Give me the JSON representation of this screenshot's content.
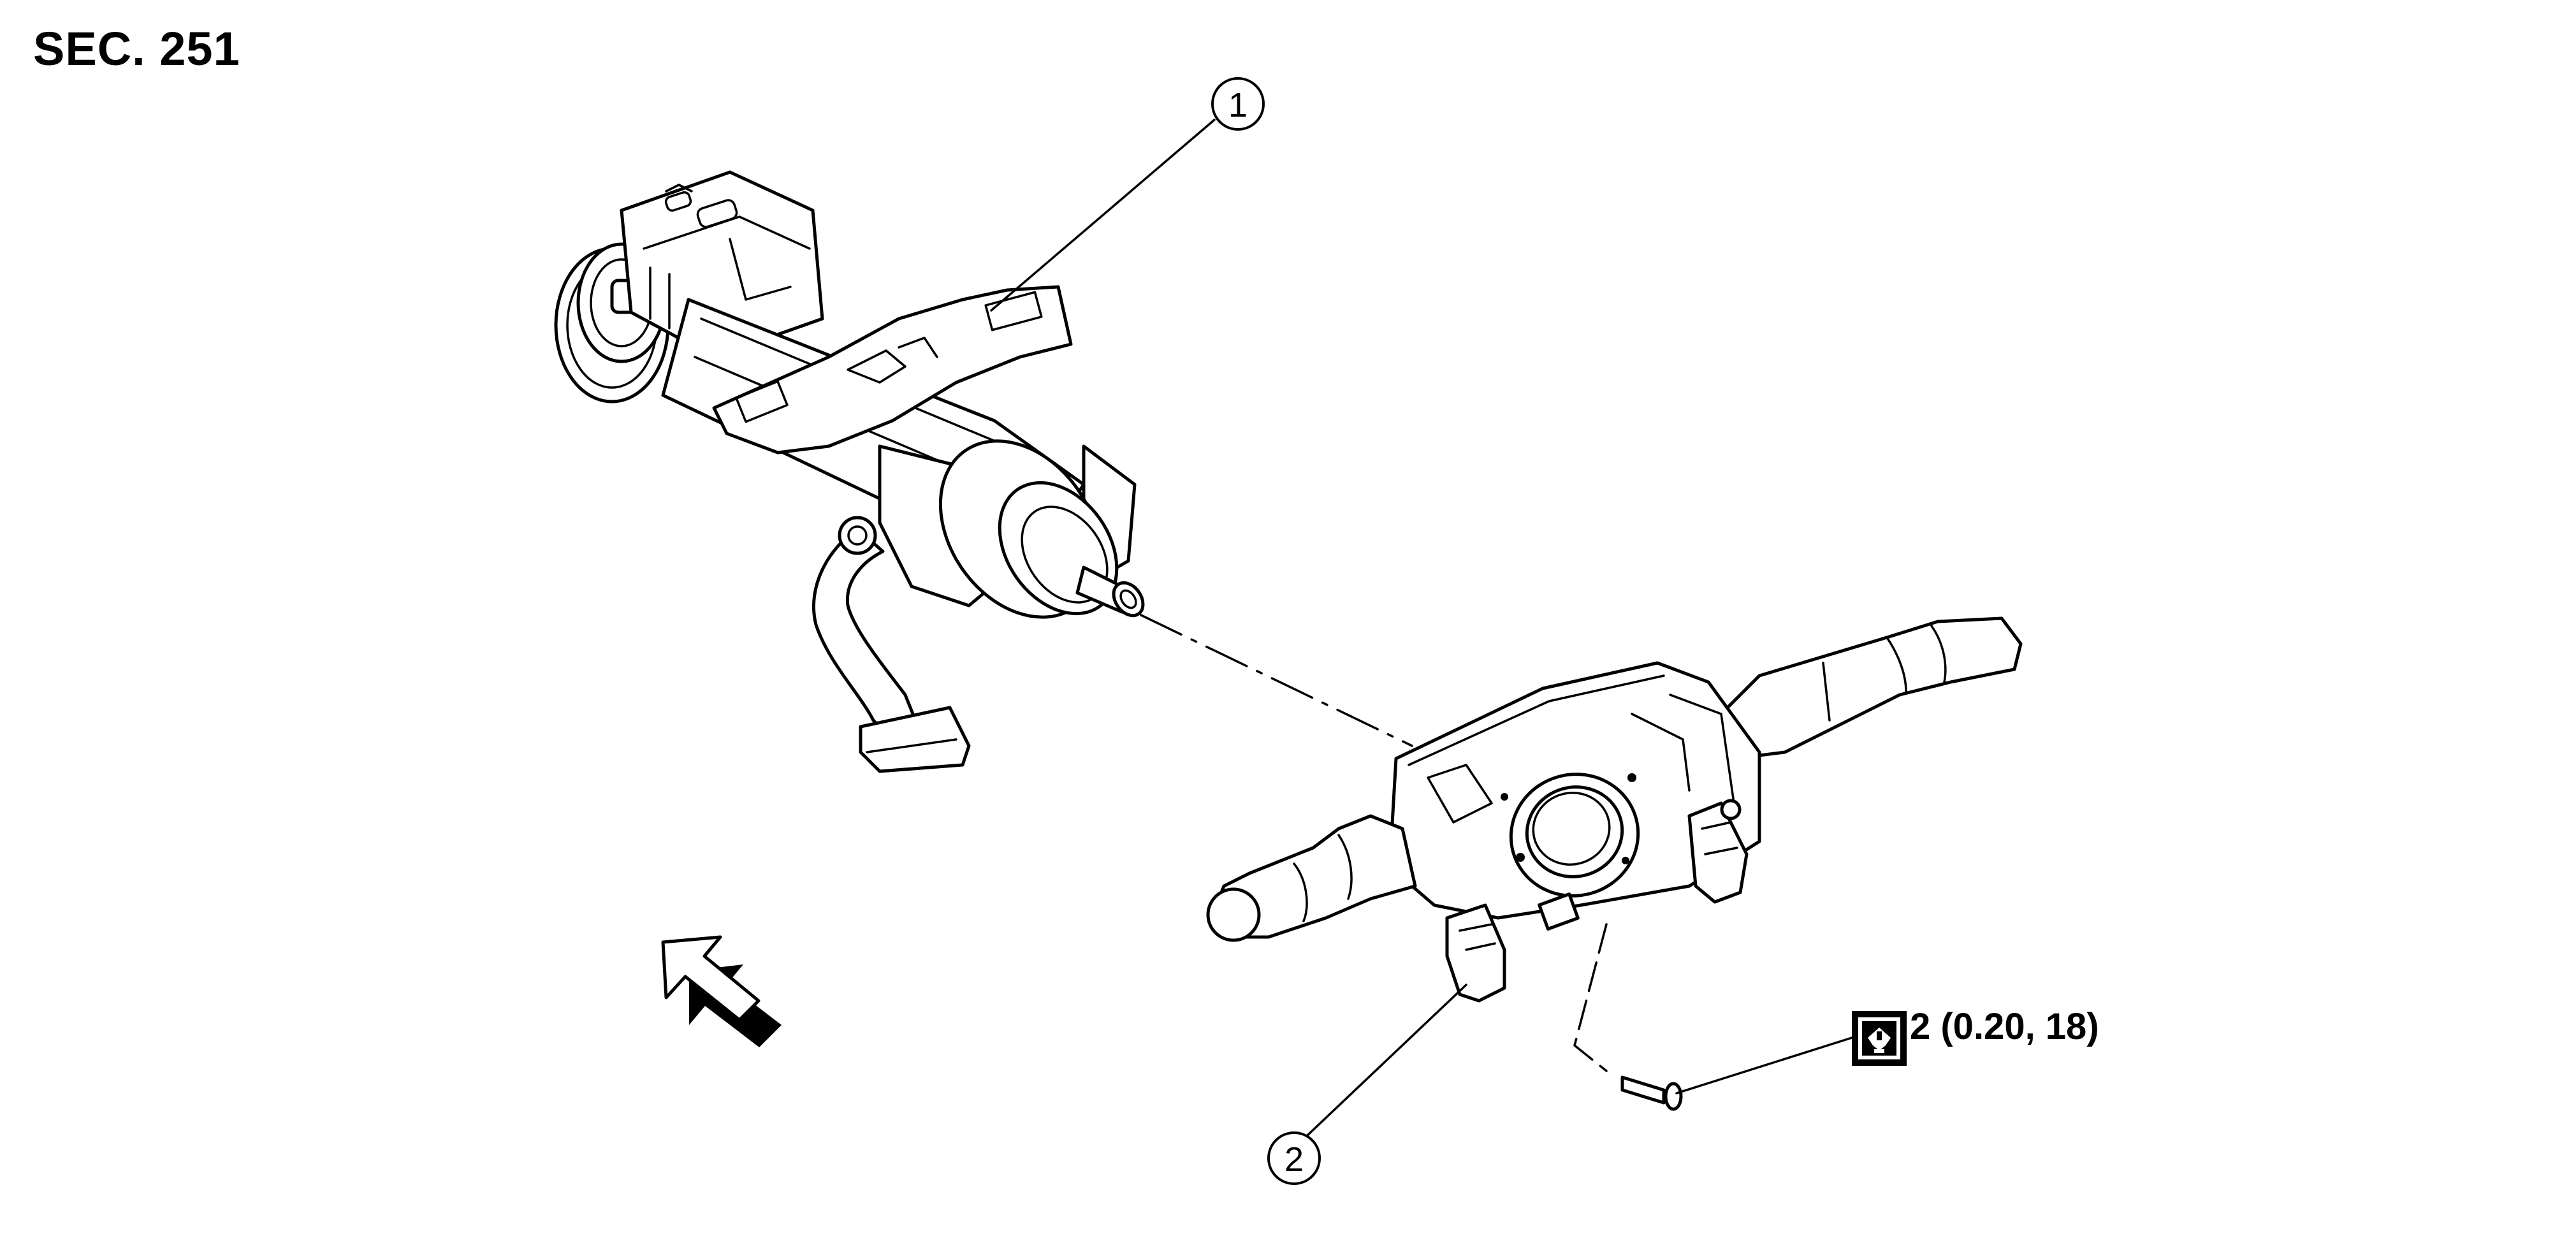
{
  "section_label": "SEC. 251",
  "callouts": [
    {
      "number": "1",
      "part": "steering-column-assembly"
    },
    {
      "number": "2",
      "part": "combination-switch-assembly"
    }
  ],
  "torque_spec": {
    "icon": "torque-wrench-icon",
    "text": "2 (0.20, 18)"
  },
  "orientation_arrow": "front-arrow-icon"
}
